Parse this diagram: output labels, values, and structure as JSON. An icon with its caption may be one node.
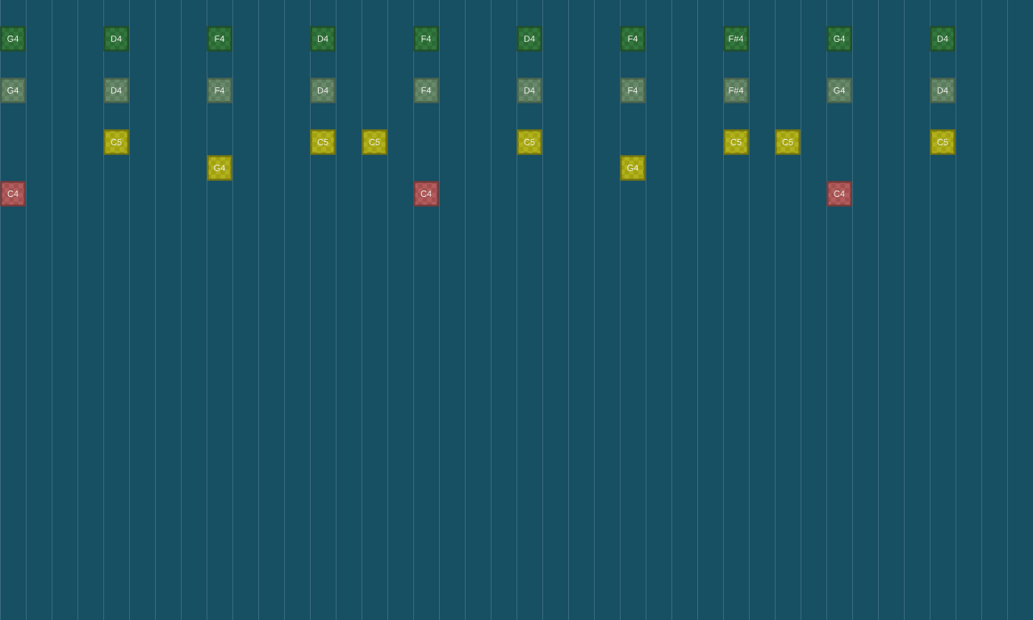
{
  "diagram": {
    "nodes": [
      {
        "text": [
          "G4"
        ]
      },
      {
        "text": [
          "D4"
        ]
      },
      {
        "text": [
          "F4"
        ]
      },
      {
        "text": [
          "D4"
        ]
      },
      {
        "text": [
          "F4"
        ]
      },
      {
        "text": [
          "D4"
        ]
      },
      {
        "text": [
          "F4"
        ]
      },
      {
        "text": [
          "F#4"
        ]
      },
      {
        "text": [
          "G4"
        ]
      },
      {
        "text": [
          "D4"
        ]
      },
      {
        "text": [
          "G4"
        ]
      },
      {
        "text": [
          "D4"
        ]
      },
      {
        "text": [
          "F4"
        ]
      },
      {
        "text": [
          "D4"
        ]
      },
      {
        "text": [
          "F4"
        ]
      },
      {
        "text": [
          "D4"
        ]
      },
      {
        "text": [
          "F4"
        ]
      },
      {
        "text": [
          "F#4"
        ]
      },
      {
        "text": [
          "G4"
        ]
      },
      {
        "text": [
          "D4"
        ]
      },
      {
        "text": [
          "C5"
        ]
      },
      {
        "text": [
          "C5"
        ]
      },
      {
        "text": [
          "C5"
        ]
      },
      {
        "text": [
          "C5"
        ]
      },
      {
        "text": [
          "C5"
        ]
      },
      {
        "text": [
          "C5"
        ]
      },
      {
        "text": [
          "C5"
        ]
      },
      {
        "text": [
          "G4"
        ]
      },
      {
        "text": [
          "G4"
        ]
      },
      {
        "text": [
          "C4"
        ]
      },
      {
        "text": [
          "C4"
        ]
      },
      {
        "text": [
          "C4"
        ]
      }
    ]
  }
}
